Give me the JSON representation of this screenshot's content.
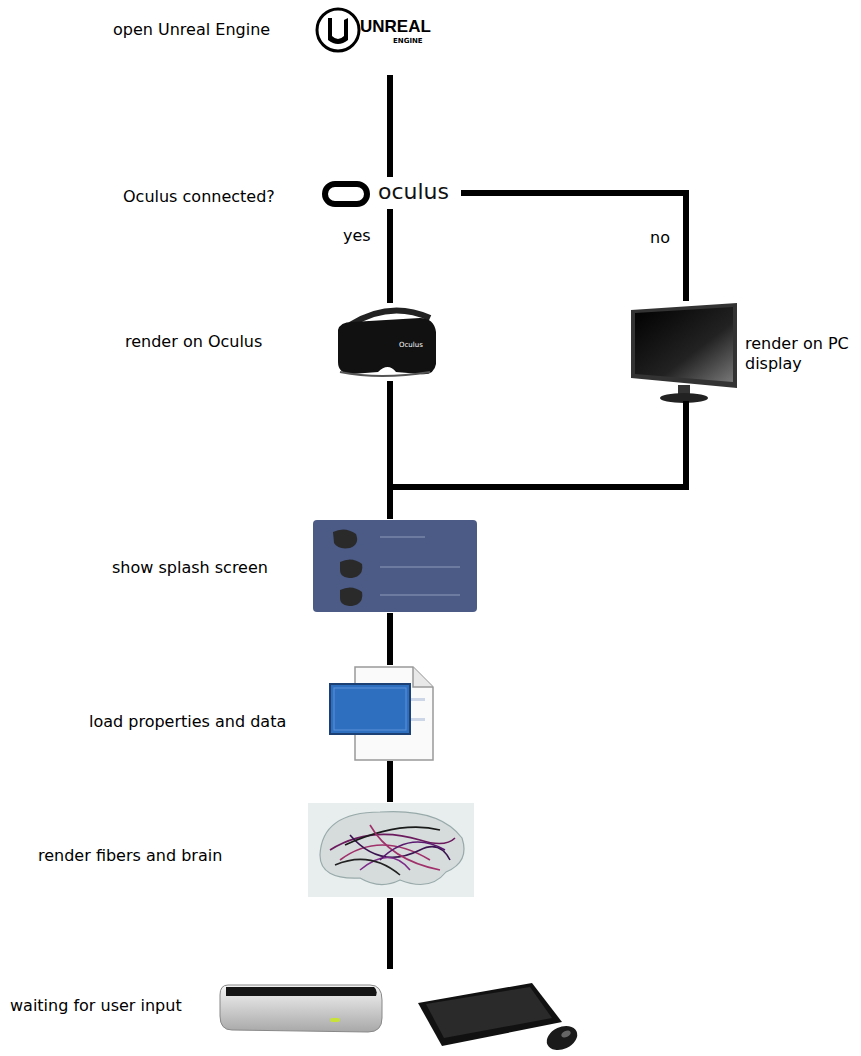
{
  "diagram": {
    "nodes": [
      {
        "text": [
          "open Unreal Engine"
        ]
      },
      {
        "text": [
          "Oculus connected?"
        ]
      },
      {
        "text": [
          "render on Oculus"
        ]
      },
      {
        "text": [
          "render on PC display"
        ]
      },
      {
        "text": [
          "show splash screen"
        ]
      },
      {
        "text": [
          "load properties and data"
        ]
      },
      {
        "text": [
          "render fibers and brain"
        ]
      },
      {
        "text": [
          "waiting for user input"
        ]
      }
    ],
    "edges": [
      {
        "from": 0,
        "to": 1,
        "arrow": "none"
      },
      {
        "from": 1,
        "to": 2,
        "label": "yes",
        "arrow": "none"
      },
      {
        "from": 1,
        "to": 3,
        "label": "no",
        "arrow": "none"
      },
      {
        "from": 2,
        "to": 4,
        "arrow": "none"
      },
      {
        "from": 3,
        "to": 4,
        "arrow": "none"
      },
      {
        "from": 4,
        "to": 5,
        "arrow": "none"
      },
      {
        "from": 5,
        "to": 6,
        "arrow": "none"
      },
      {
        "from": 6,
        "to": 7,
        "arrow": "none"
      }
    ],
    "labels": [
      "UNREAL",
      "ENGINE",
      "oculus",
      "Oculus"
    ]
  }
}
